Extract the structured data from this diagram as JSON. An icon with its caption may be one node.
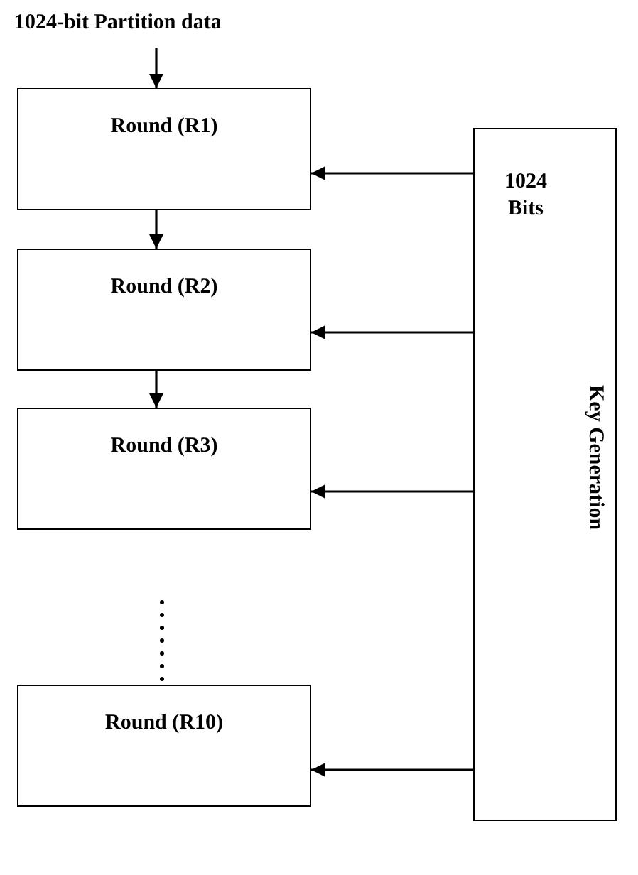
{
  "diagram": {
    "nodes": [
      {
        "text": [
          "1024-bit Partition data"
        ]
      },
      {
        "text": [
          "Round (R1)"
        ]
      },
      {
        "text": [
          "Round (R2)"
        ]
      },
      {
        "text": [
          "Round (R3)"
        ]
      },
      {
        "text": [
          "Round (R10)"
        ]
      },
      {
        "text": [
          "1024 Bits",
          "Key Generation"
        ]
      }
    ],
    "edges": [
      {
        "from": 0,
        "to": 1,
        "arrow": "to"
      },
      {
        "from": 1,
        "to": 2,
        "arrow": "to"
      },
      {
        "from": 2,
        "to": 3,
        "arrow": "to"
      },
      {
        "from": 5,
        "to": 1,
        "arrow": "to"
      },
      {
        "from": 5,
        "to": 2,
        "arrow": "to"
      },
      {
        "from": 5,
        "to": 3,
        "arrow": "to"
      },
      {
        "from": 5,
        "to": 4,
        "arrow": "to"
      }
    ]
  }
}
